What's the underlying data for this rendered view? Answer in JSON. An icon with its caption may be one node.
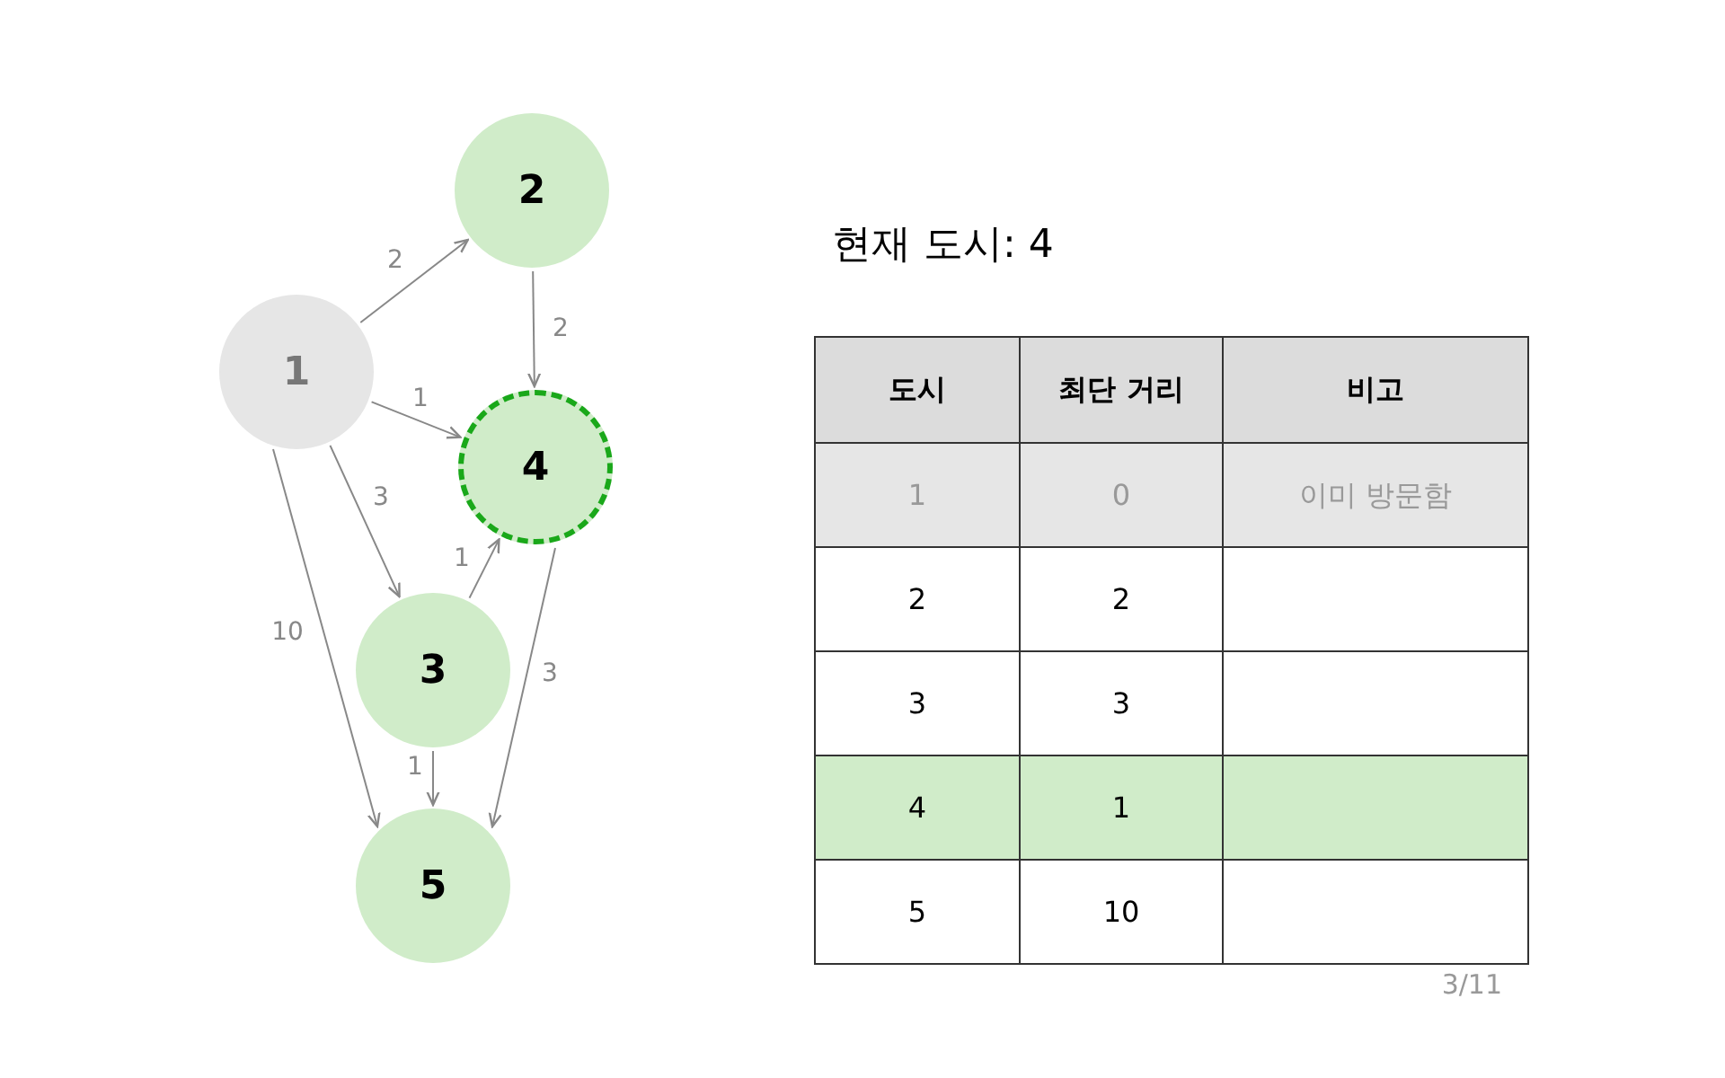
{
  "diagram": {
    "title": "현재 도시: 4",
    "nodes": [
      {
        "text": [
          "1"
        ]
      },
      {
        "text": [
          "2"
        ]
      },
      {
        "text": [
          "4"
        ]
      },
      {
        "text": [
          "3"
        ]
      },
      {
        "text": [
          "5"
        ]
      }
    ],
    "edges": [
      {
        "from": 0,
        "to": 1,
        "arrow": "to",
        "label": "2"
      },
      {
        "from": 1,
        "to": 2,
        "arrow": "to",
        "label": "2"
      },
      {
        "from": 0,
        "to": 2,
        "arrow": "to",
        "label": "1"
      },
      {
        "from": 0,
        "to": 3,
        "arrow": "to",
        "label": "3"
      },
      {
        "from": 3,
        "to": 2,
        "arrow": "to",
        "label": "1"
      },
      {
        "from": 0,
        "to": 4,
        "arrow": "to",
        "label": "10"
      },
      {
        "from": 2,
        "to": 4,
        "arrow": "to",
        "label": "3"
      },
      {
        "from": 3,
        "to": 4,
        "arrow": "to",
        "label": "1"
      }
    ],
    "labels": [
      "도시",
      "최단 거리",
      "비고",
      "1",
      "0",
      "이미 방문함",
      "2",
      "2",
      "3",
      "3",
      "4",
      "1",
      "5",
      "10",
      "3/11"
    ]
  }
}
